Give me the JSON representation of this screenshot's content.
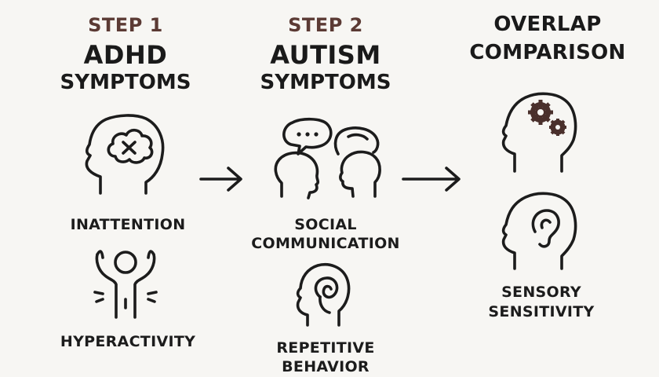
{
  "columns": [
    {
      "step": "STEP 1",
      "title_line1": "ADHD",
      "title_line2": "SYMPTOMS",
      "items": [
        {
          "label": "INATTENTION",
          "icon": "head-cloud-x-icon"
        },
        {
          "label": "HYPERACTIVITY",
          "icon": "person-arms-raised-icon"
        }
      ]
    },
    {
      "step": "STEP 2",
      "title_line1": "AUTISM",
      "title_line2": "SYMPTOMS",
      "items": [
        {
          "label_line1": "SOCIAL",
          "label_line2": "COMMUNICATION",
          "icon": "people-speech-bubbles-icon"
        },
        {
          "label_line1": "REPETITIVE",
          "label_line2": "BEHAVIOR",
          "icon": "head-swirl-icon"
        }
      ]
    },
    {
      "title_line1": "OVERLAP",
      "title_line2": "COMPARISON",
      "items": [
        {
          "icon": "head-gears-icon"
        },
        {
          "label_line1": "SENSORY",
          "label_line2": "SENSITIVITY",
          "icon": "head-ear-icon"
        }
      ]
    }
  ],
  "arrows": [
    "arrow-right-icon",
    "arrow-right-icon"
  ],
  "colors": {
    "background": "#f7f6f3",
    "step_label": "#5b3a34",
    "text": "#1a1a1a",
    "gear": "#4a302c"
  }
}
